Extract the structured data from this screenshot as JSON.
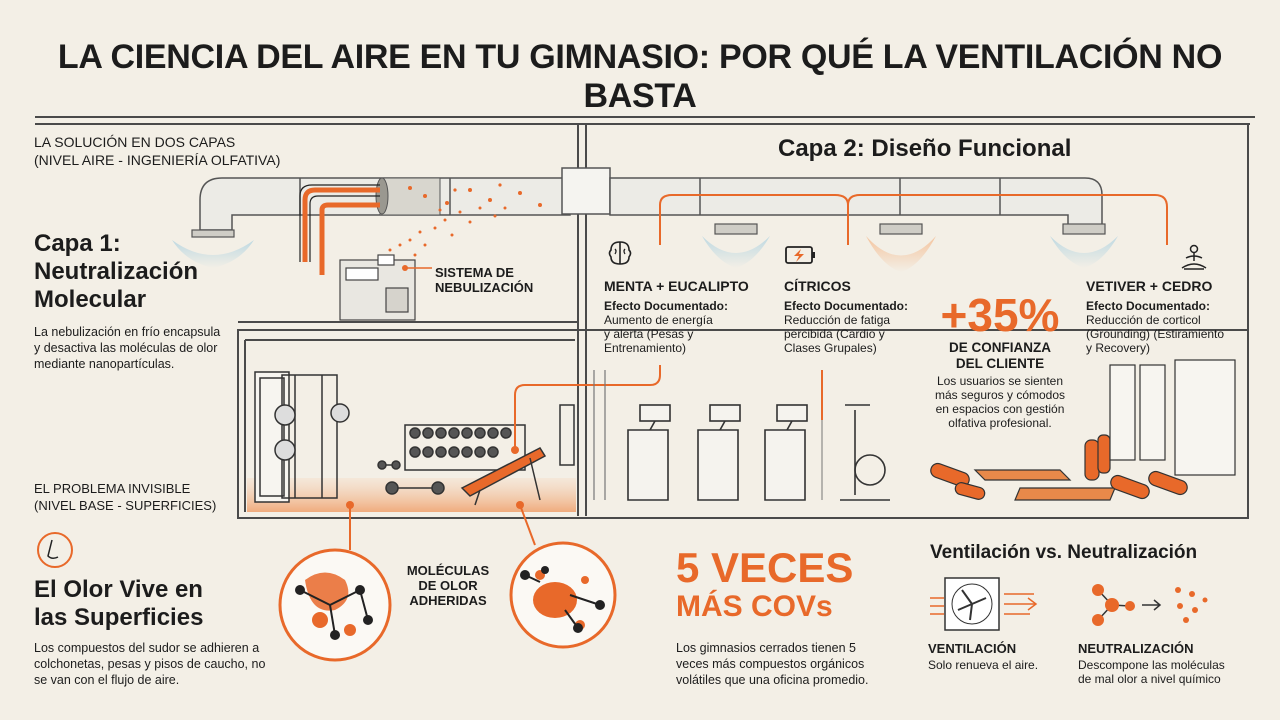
{
  "title": "LA CIENCIA DEL AIRE EN TU GIMNASIO: POR QUÉ LA VENTILACIÓN NO BASTA",
  "solution": {
    "title": "LA SOLUCIÓN EN DOS CAPAS",
    "subtitle": "(NIVEL AIRE - INGENIERÍA OLFATIVA)"
  },
  "layer1": {
    "heading_line1": "Capa 1:",
    "heading_line2": "Neutralización",
    "heading_line3": "Molecular",
    "desc_line1": "La nebulización en frío encapsula",
    "desc_line2": "y desactiva las moléculas de olor",
    "desc_line3": "mediante nanopartículas."
  },
  "nebulizer": {
    "line1": "SISTEMA DE",
    "line2": "NEBULIZACIÓN"
  },
  "layer2": {
    "heading": "Capa 2: Diseño Funcional"
  },
  "products": [
    {
      "name": "MENTA + EUCALIPTO",
      "effect_label": "Efecto Documentado:",
      "desc_line1": "Aumento de energía",
      "desc_line2": "y alerta (Pesas y",
      "desc_line3": "Entrenamiento)",
      "icon": "brain-icon"
    },
    {
      "name": "CÍTRICOS",
      "effect_label": "Efecto Documentado:",
      "desc_line1": "Reducción de fatiga",
      "desc_line2": "percibida (Cardio y",
      "desc_line3": "Clases Grupales)",
      "icon": "battery-charge-icon"
    },
    {
      "name": "VETIVER + CEDRO",
      "effect_label": "Efecto Documentado:",
      "desc_line1": "Reducción de corticol",
      "desc_line2": "(Grounding) (Estiramiento",
      "desc_line3": "y Recovery)",
      "icon": "meditation-icon"
    }
  ],
  "confidence": {
    "value": "+35%",
    "label_line1": "DE CONFIANZA",
    "label_line2": "DEL CLIENTE",
    "desc_line1": "Los usuarios se sienten",
    "desc_line2": "más seguros y cómodos",
    "desc_line3": "en espacios con gestión",
    "desc_line4": "olfativa profesional."
  },
  "problem": {
    "title": "EL PROBLEMA INVISIBLE",
    "subtitle": "(NIVEL BASE - SUPERFICIES)"
  },
  "surfaces": {
    "heading_line1": "El Olor Vive en",
    "heading_line2": "las Superficies",
    "desc_line1": "Los compuestos del sudor se adhieren a",
    "desc_line2": "colchonetas, pesas y pisos de caucho, no",
    "desc_line3": "se van con el flujo de aire."
  },
  "molecules": {
    "line1": "MOLÉCULAS",
    "line2": "DE OLOR",
    "line3": "ADHERIDAS"
  },
  "vocs": {
    "line1": "5 VECES",
    "line2": "MÁS COVs",
    "desc_line1": "Los gimnasios cerrados tienen 5",
    "desc_line2": "veces más compuestos orgánicos",
    "desc_line3": "volátiles que una oficina promedio."
  },
  "compare": {
    "heading": "Ventilación vs. Neutralización",
    "vent_title": "VENTILACIÓN",
    "vent_desc": "Solo renueva el aire.",
    "neut_title": "NEUTRALIZACIÓN",
    "neut_desc_line1": "Descompone las moléculas",
    "neut_desc_line2": "de mal olor a nivel químico"
  },
  "colors": {
    "accent": "#e8692a",
    "background": "#f3efe6",
    "ink": "#1c1c1c"
  }
}
